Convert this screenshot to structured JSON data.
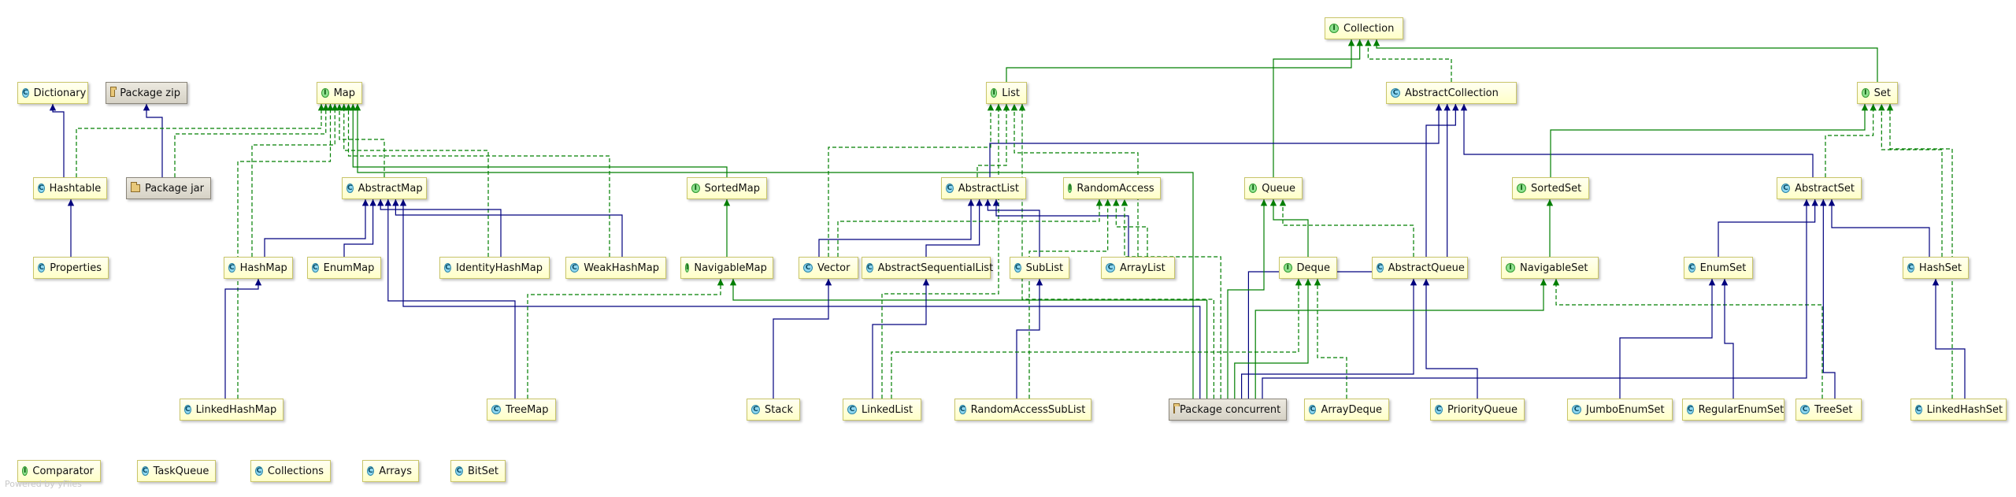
{
  "nodes": {
    "Dictionary": {
      "label": "Dictionary",
      "kind": "class"
    },
    "PackageZip": {
      "label": "Package zip",
      "kind": "package"
    },
    "Map": {
      "label": "Map",
      "kind": "interface"
    },
    "List": {
      "label": "List",
      "kind": "interface"
    },
    "Collection": {
      "label": "Collection",
      "kind": "interface"
    },
    "AbstractCollection": {
      "label": "AbstractCollection",
      "kind": "class"
    },
    "Set": {
      "label": "Set",
      "kind": "interface"
    },
    "Hashtable": {
      "label": "Hashtable",
      "kind": "class"
    },
    "PackageJar": {
      "label": "Package jar",
      "kind": "package"
    },
    "AbstractMap": {
      "label": "AbstractMap",
      "kind": "class"
    },
    "SortedMap": {
      "label": "SortedMap",
      "kind": "interface"
    },
    "AbstractList": {
      "label": "AbstractList",
      "kind": "class"
    },
    "RandomAccess": {
      "label": "RandomAccess",
      "kind": "interface"
    },
    "Queue": {
      "label": "Queue",
      "kind": "interface"
    },
    "SortedSet": {
      "label": "SortedSet",
      "kind": "interface"
    },
    "AbstractSet": {
      "label": "AbstractSet",
      "kind": "class"
    },
    "Properties": {
      "label": "Properties",
      "kind": "class"
    },
    "HashMap": {
      "label": "HashMap",
      "kind": "class"
    },
    "EnumMap": {
      "label": "EnumMap",
      "kind": "class"
    },
    "IdentityHashMap": {
      "label": "IdentityHashMap",
      "kind": "class"
    },
    "WeakHashMap": {
      "label": "WeakHashMap",
      "kind": "class"
    },
    "NavigableMap": {
      "label": "NavigableMap",
      "kind": "interface"
    },
    "Vector": {
      "label": "Vector",
      "kind": "class"
    },
    "AbstractSequentialList": {
      "label": "AbstractSequentialList",
      "kind": "class"
    },
    "SubList": {
      "label": "SubList",
      "kind": "class"
    },
    "ArrayList": {
      "label": "ArrayList",
      "kind": "class"
    },
    "Deque": {
      "label": "Deque",
      "kind": "interface"
    },
    "AbstractQueue": {
      "label": "AbstractQueue",
      "kind": "class"
    },
    "NavigableSet": {
      "label": "NavigableSet",
      "kind": "interface"
    },
    "EnumSet": {
      "label": "EnumSet",
      "kind": "class"
    },
    "HashSet": {
      "label": "HashSet",
      "kind": "class"
    },
    "LinkedHashMap": {
      "label": "LinkedHashMap",
      "kind": "class"
    },
    "TreeMap": {
      "label": "TreeMap",
      "kind": "class"
    },
    "Stack": {
      "label": "Stack",
      "kind": "class"
    },
    "LinkedList": {
      "label": "LinkedList",
      "kind": "class"
    },
    "RandomAccessSubList": {
      "label": "RandomAccessSubList",
      "kind": "class"
    },
    "PackageConcurrent": {
      "label": "Package concurrent",
      "kind": "package"
    },
    "ArrayDeque": {
      "label": "ArrayDeque",
      "kind": "class"
    },
    "PriorityQueue": {
      "label": "PriorityQueue",
      "kind": "class"
    },
    "JumboEnumSet": {
      "label": "JumboEnumSet",
      "kind": "class"
    },
    "RegularEnumSet": {
      "label": "RegularEnumSet",
      "kind": "class"
    },
    "TreeSet": {
      "label": "TreeSet",
      "kind": "class"
    },
    "LinkedHashSet": {
      "label": "LinkedHashSet",
      "kind": "class"
    },
    "Comparator": {
      "label": "Comparator",
      "kind": "interface"
    },
    "TaskQueue": {
      "label": "TaskQueue",
      "kind": "class"
    },
    "Collections": {
      "label": "Collections",
      "kind": "class"
    },
    "Arrays": {
      "label": "Arrays",
      "kind": "class"
    },
    "BitSet": {
      "label": "BitSet",
      "kind": "class"
    }
  },
  "edges": [
    {
      "from": "Hashtable",
      "to": "Dictionary",
      "kind": "extends"
    },
    {
      "from": "PackageJar",
      "to": "PackageZip",
      "kind": "extends"
    },
    {
      "from": "Properties",
      "to": "Hashtable",
      "kind": "extends"
    },
    {
      "from": "Hashtable",
      "to": "Map",
      "kind": "implements"
    },
    {
      "from": "PackageJar",
      "to": "Map",
      "kind": "implements"
    },
    {
      "from": "AbstractMap",
      "to": "Map",
      "kind": "implements"
    },
    {
      "from": "HashMap",
      "to": "Map",
      "kind": "implements"
    },
    {
      "from": "IdentityHashMap",
      "to": "Map",
      "kind": "implements"
    },
    {
      "from": "WeakHashMap",
      "to": "Map",
      "kind": "implements"
    },
    {
      "from": "LinkedHashMap",
      "to": "Map",
      "kind": "implements"
    },
    {
      "from": "SortedMap",
      "to": "Map",
      "kind": "extends-interface"
    },
    {
      "from": "PackageConcurrent",
      "to": "Map",
      "kind": "extends-interface"
    },
    {
      "from": "NavigableMap",
      "to": "SortedMap",
      "kind": "extends-interface"
    },
    {
      "from": "HashMap",
      "to": "AbstractMap",
      "kind": "extends"
    },
    {
      "from": "EnumMap",
      "to": "AbstractMap",
      "kind": "extends"
    },
    {
      "from": "IdentityHashMap",
      "to": "AbstractMap",
      "kind": "extends"
    },
    {
      "from": "WeakHashMap",
      "to": "AbstractMap",
      "kind": "extends"
    },
    {
      "from": "TreeMap",
      "to": "AbstractMap",
      "kind": "extends"
    },
    {
      "from": "PackageConcurrent",
      "to": "AbstractMap",
      "kind": "extends"
    },
    {
      "from": "LinkedHashMap",
      "to": "HashMap",
      "kind": "extends"
    },
    {
      "from": "TreeMap",
      "to": "NavigableMap",
      "kind": "implements"
    },
    {
      "from": "PackageConcurrent",
      "to": "NavigableMap",
      "kind": "extends-interface"
    },
    {
      "from": "List",
      "to": "Collection",
      "kind": "extends-interface"
    },
    {
      "from": "Set",
      "to": "Collection",
      "kind": "extends-interface"
    },
    {
      "from": "Queue",
      "to": "Collection",
      "kind": "extends-interface"
    },
    {
      "from": "AbstractCollection",
      "to": "Collection",
      "kind": "implements"
    },
    {
      "from": "AbstractList",
      "to": "AbstractCollection",
      "kind": "extends"
    },
    {
      "from": "AbstractQueue",
      "to": "AbstractCollection",
      "kind": "extends"
    },
    {
      "from": "AbstractSet",
      "to": "AbstractCollection",
      "kind": "extends"
    },
    {
      "from": "PackageConcurrent",
      "to": "AbstractCollection",
      "kind": "extends"
    },
    {
      "from": "AbstractList",
      "to": "List",
      "kind": "implements"
    },
    {
      "from": "Vector",
      "to": "List",
      "kind": "implements"
    },
    {
      "from": "ArrayList",
      "to": "List",
      "kind": "implements"
    },
    {
      "from": "LinkedList",
      "to": "List",
      "kind": "implements"
    },
    {
      "from": "PackageConcurrent",
      "to": "List",
      "kind": "implements"
    },
    {
      "from": "Vector",
      "to": "AbstractList",
      "kind": "extends"
    },
    {
      "from": "AbstractSequentialList",
      "to": "AbstractList",
      "kind": "extends"
    },
    {
      "from": "SubList",
      "to": "AbstractList",
      "kind": "extends"
    },
    {
      "from": "ArrayList",
      "to": "AbstractList",
      "kind": "extends"
    },
    {
      "from": "Vector",
      "to": "RandomAccess",
      "kind": "implements"
    },
    {
      "from": "ArrayList",
      "to": "RandomAccess",
      "kind": "implements"
    },
    {
      "from": "RandomAccessSubList",
      "to": "RandomAccess",
      "kind": "implements"
    },
    {
      "from": "PackageConcurrent",
      "to": "RandomAccess",
      "kind": "implements"
    },
    {
      "from": "Stack",
      "to": "Vector",
      "kind": "extends"
    },
    {
      "from": "LinkedList",
      "to": "AbstractSequentialList",
      "kind": "extends"
    },
    {
      "from": "RandomAccessSubList",
      "to": "SubList",
      "kind": "extends"
    },
    {
      "from": "Deque",
      "to": "Queue",
      "kind": "extends-interface"
    },
    {
      "from": "AbstractQueue",
      "to": "Queue",
      "kind": "implements"
    },
    {
      "from": "PackageConcurrent",
      "to": "Queue",
      "kind": "extends-interface"
    },
    {
      "from": "LinkedList",
      "to": "Deque",
      "kind": "implements"
    },
    {
      "from": "ArrayDeque",
      "to": "Deque",
      "kind": "implements"
    },
    {
      "from": "PackageConcurrent",
      "to": "Deque",
      "kind": "extends-interface"
    },
    {
      "from": "PriorityQueue",
      "to": "AbstractQueue",
      "kind": "extends"
    },
    {
      "from": "PackageConcurrent",
      "to": "AbstractQueue",
      "kind": "extends"
    },
    {
      "from": "SortedSet",
      "to": "Set",
      "kind": "extends-interface"
    },
    {
      "from": "AbstractSet",
      "to": "Set",
      "kind": "implements"
    },
    {
      "from": "HashSet",
      "to": "Set",
      "kind": "implements"
    },
    {
      "from": "LinkedHashSet",
      "to": "Set",
      "kind": "implements"
    },
    {
      "from": "NavigableSet",
      "to": "SortedSet",
      "kind": "extends-interface"
    },
    {
      "from": "TreeSet",
      "to": "NavigableSet",
      "kind": "implements"
    },
    {
      "from": "PackageConcurrent",
      "to": "NavigableSet",
      "kind": "extends-interface"
    },
    {
      "from": "EnumSet",
      "to": "AbstractSet",
      "kind": "extends"
    },
    {
      "from": "HashSet",
      "to": "AbstractSet",
      "kind": "extends"
    },
    {
      "from": "TreeSet",
      "to": "AbstractSet",
      "kind": "extends"
    },
    {
      "from": "PackageConcurrent",
      "to": "AbstractSet",
      "kind": "extends"
    },
    {
      "from": "JumboEnumSet",
      "to": "EnumSet",
      "kind": "extends"
    },
    {
      "from": "RegularEnumSet",
      "to": "EnumSet",
      "kind": "extends"
    },
    {
      "from": "LinkedHashSet",
      "to": "HashSet",
      "kind": "extends"
    }
  ],
  "colors": {
    "extends": "#00007f",
    "implements": "#007f00"
  },
  "footer": "Powered by yFiles"
}
